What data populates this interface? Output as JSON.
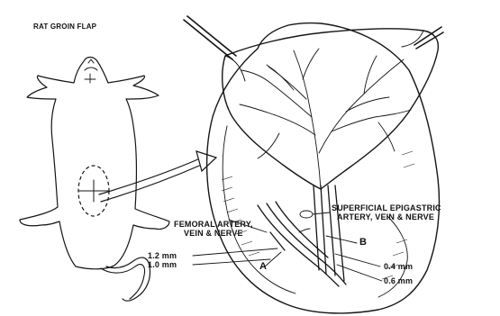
{
  "figure": {
    "title": "RAT GROIN FLAP",
    "labels": {
      "femoral_1": "FEMORAL ARTERY,",
      "femoral_2": "VEIN & NERVE",
      "epigastric_1": "SUPERFICIAL EPIGASTRIC",
      "epigastric_2": "ARTERY, VEIN & NERVE",
      "marker_a": "A",
      "marker_b": "B",
      "size_1_2": "1.2 mm",
      "size_1_0": "1.0 mm",
      "size_0_4": "0.4 mm",
      "size_0_6": "0.6 mm"
    }
  },
  "colors": {
    "ink": "#151515",
    "paper": "#ffffff"
  }
}
